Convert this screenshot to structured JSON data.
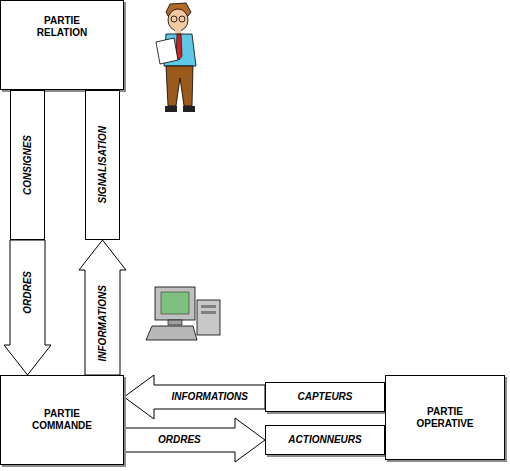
{
  "diagram": {
    "nodes": [
      {
        "text": [
          "PARTIE RELATION"
        ]
      },
      {
        "text": [
          "CONSIGNES"
        ]
      },
      {
        "text": [
          "SIGNALISATION"
        ]
      },
      {
        "text": [
          "PARTIE COMMANDE"
        ]
      },
      {
        "text": [
          "CAPTEURS"
        ]
      },
      {
        "text": [
          "ACTIONNEURS"
        ]
      },
      {
        "text": [
          "PARTIE OPERATIVE"
        ]
      }
    ],
    "edges": [
      {
        "from": 1,
        "to": 3,
        "label": "ORDRES",
        "arrow": "to"
      },
      {
        "from": 3,
        "to": 2,
        "label": "INFORMATIONS",
        "arrow": "to"
      },
      {
        "from": 4,
        "to": 3,
        "label": "INFORMATIONS",
        "arrow": "to"
      },
      {
        "from": 3,
        "to": 5,
        "label": "ORDRES",
        "arrow": "to"
      }
    ]
  }
}
